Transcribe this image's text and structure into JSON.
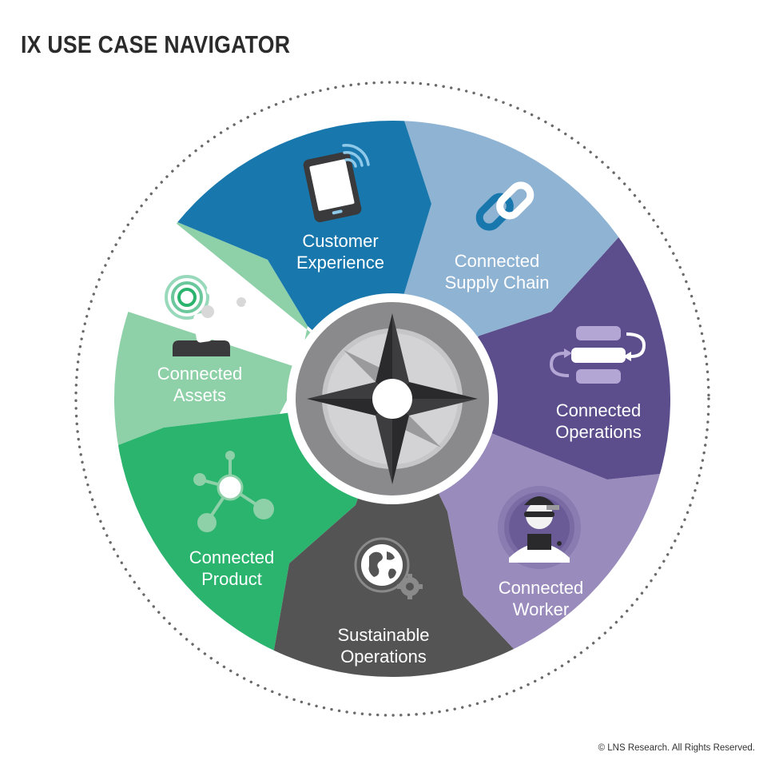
{
  "title": "IX USE CASE NAVIGATOR",
  "copyright": "© LNS Research. All Rights Reserved.",
  "segments": [
    {
      "key": "customer_experience",
      "line1": "Customer",
      "line2": "Experience",
      "icon": "smartphone-icon",
      "color": "#1878ad"
    },
    {
      "key": "connected_supply_chain",
      "line1": "Connected",
      "line2": "Supply Chain",
      "icon": "chain-link-icon",
      "color": "#8fb3d3"
    },
    {
      "key": "connected_operations",
      "line1": "Connected",
      "line2": "Operations",
      "icon": "process-cycle-icon",
      "color": "#5c4d8c"
    },
    {
      "key": "connected_worker",
      "line1": "Connected",
      "line2": "Worker",
      "icon": "worker-ar-glasses-icon",
      "color": "#9a8bbd"
    },
    {
      "key": "sustainable_operations",
      "line1": "Sustainable",
      "line2": "Operations",
      "icon": "globe-gear-icon",
      "color": "#545454"
    },
    {
      "key": "connected_product",
      "line1": "Connected",
      "line2": "Product",
      "icon": "network-node-icon",
      "color": "#2bb46e"
    },
    {
      "key": "connected_assets",
      "line1": "Connected",
      "line2": "Assets",
      "icon": "robot-arm-icon",
      "color": "#8ed0a8"
    }
  ],
  "hub": {
    "icon": "compass-icon"
  }
}
